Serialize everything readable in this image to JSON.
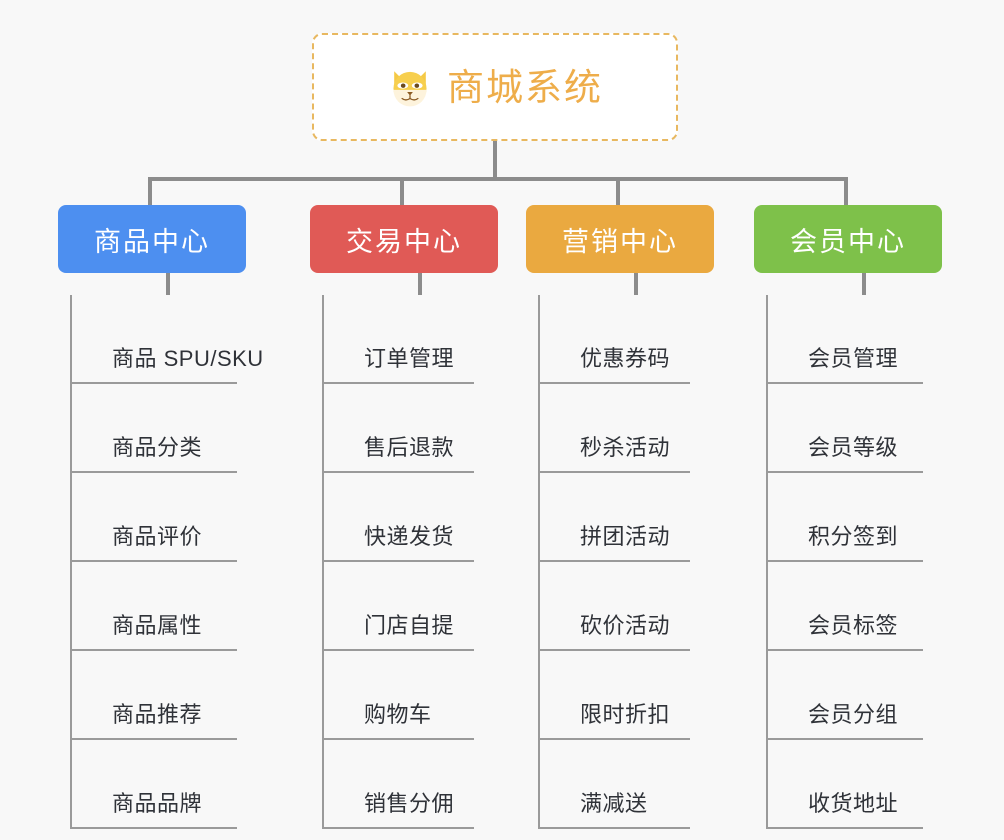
{
  "page": {
    "background_color": "#f8f8f8",
    "diagram_type": "organization-tree"
  },
  "root": {
    "title": "商城系统",
    "icon": "shiba-dog-face-icon",
    "text_color": "#eead4a",
    "border_color": "#e8b860",
    "background_color": "#ffffff",
    "border_style": "dashed"
  },
  "connector": {
    "color": "#8c8c8c"
  },
  "categories": [
    {
      "id": "product-center",
      "label": "商品中心",
      "color": "#4d8ff0",
      "text_color": "#ffffff",
      "items": [
        {
          "label": "商品 SPU/SKU"
        },
        {
          "label": "商品分类"
        },
        {
          "label": "商品评价"
        },
        {
          "label": "商品属性"
        },
        {
          "label": "商品推荐"
        },
        {
          "label": "商品品牌"
        }
      ]
    },
    {
      "id": "trade-center",
      "label": "交易中心",
      "color": "#e05a56",
      "text_color": "#ffffff",
      "items": [
        {
          "label": "订单管理"
        },
        {
          "label": "售后退款"
        },
        {
          "label": "快递发货"
        },
        {
          "label": "门店自提"
        },
        {
          "label": "购物车"
        },
        {
          "label": "销售分佣"
        }
      ]
    },
    {
      "id": "marketing-center",
      "label": "营销中心",
      "color": "#eaa940",
      "text_color": "#ffffff",
      "items": [
        {
          "label": "优惠券码"
        },
        {
          "label": "秒杀活动"
        },
        {
          "label": "拼团活动"
        },
        {
          "label": "砍价活动"
        },
        {
          "label": "限时折扣"
        },
        {
          "label": "满减送"
        }
      ]
    },
    {
      "id": "member-center",
      "label": "会员中心",
      "color": "#7ec champion",
      "text_color": "#ffffff",
      "items": [
        {
          "label": "会员管理"
        },
        {
          "label": "会员等级"
        },
        {
          "label": "积分签到"
        },
        {
          "label": "会员标签"
        },
        {
          "label": "会员分组"
        },
        {
          "label": "收货地址"
        }
      ]
    }
  ]
}
